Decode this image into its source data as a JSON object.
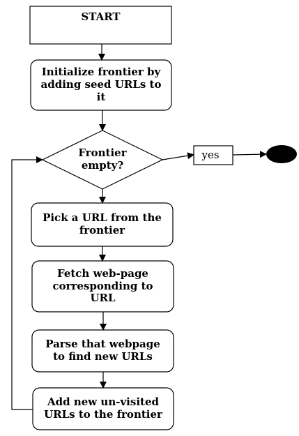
{
  "flowchart": {
    "start": "START",
    "steps": [
      "Initialize frontier by\nadding seed URLs to\nit",
      "Frontier\nempty?",
      "Pick a URL from the\nfrontier",
      "Fetch web-page\ncorresponding to\nURL",
      "Parse that webpage\nto find new URLs",
      "Add new un-visited\nURLs to the frontier"
    ],
    "yes_label": "yes"
  }
}
